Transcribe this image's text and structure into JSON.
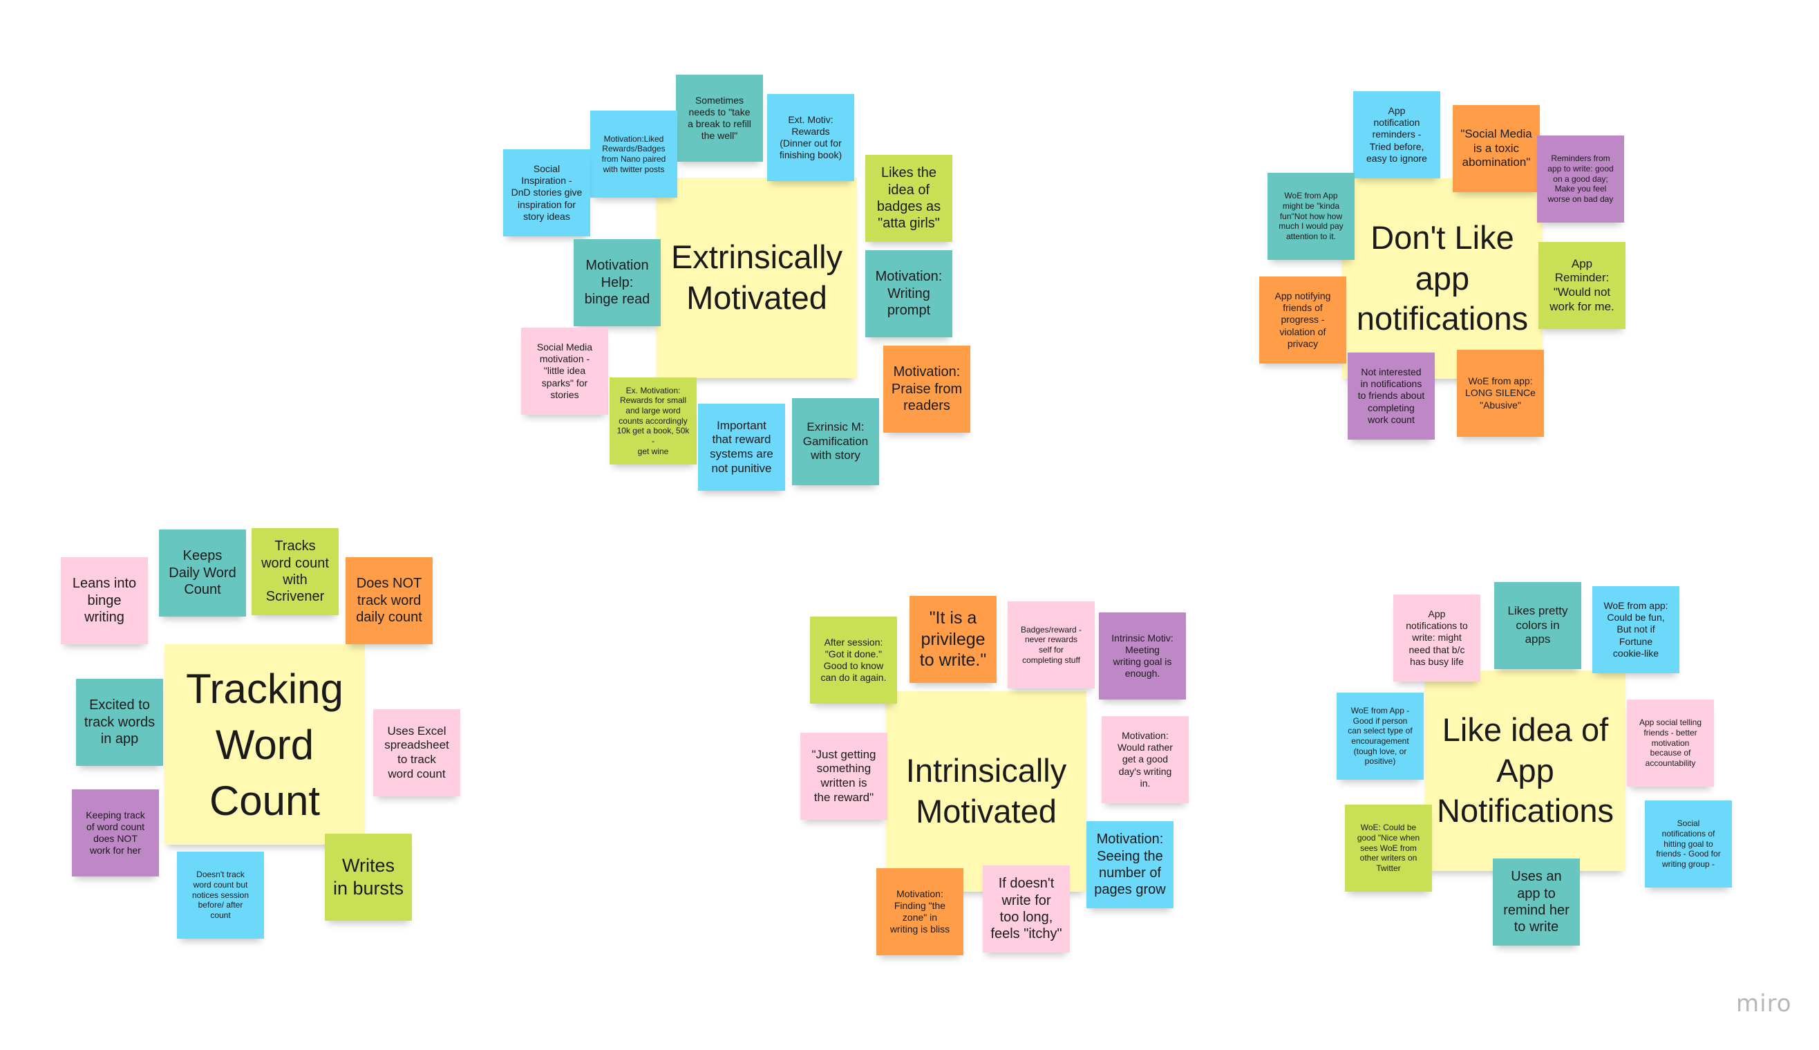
{
  "app": "miro",
  "clusters": {
    "extrinsic": {
      "title": "Extrinsically\nMotivated",
      "notes": [
        "Sometimes\nneeds to \"take\na break to refill\nthe well\"",
        "Motivation:Liked\nRewards/Badges\nfrom Nano paired\nwith twitter posts",
        "Ext. Motiv:\nRewards\n(Dinner out for\nfinishing book)",
        "Social\nInspiration -\nDnD stories give\ninspiration for\nstory ideas",
        "Likes the\nidea of\nbadges as\n\"atta girls\"",
        "Motivation\nHelp:\nbinge read",
        "Motivation:\nWriting\nprompt",
        "Social Media\nmotivation -\n\"little idea\nsparks\" for\nstories",
        "Motivation:\nPraise from\nreaders",
        "Ex. Motivation:\nRewards for small\nand large word\ncounts accordingly\n10k get a book, 50k -\nget wine",
        "Important\nthat reward\nsystems are\nnot punitive",
        "Exrinsic M:\nGamification\nwith story"
      ]
    },
    "dont_like": {
      "title": "Don't Like\napp\nnotifications",
      "notes": [
        "App\nnotification\nreminders -\nTried before,\neasy to ignore",
        "\"Social Media\nis a toxic\nabomination\"",
        "Reminders from\napp to write: good\non a good day;\nMake you feel\nworse on bad day",
        "WoE from App\nmight be \"kinda\nfun\"Not how how\nmuch I would pay\nattention to it.",
        "App\nReminder:\n\"Would not\nwork for me.",
        "App notifying\nfriends of\nprogress -\nviolation of\nprivacy",
        "Not interested\nin notifications\nto friends about\ncompleting\nwork count",
        "WoE from app:\nLONG SILENCe\n\"Abusive\""
      ]
    },
    "tracking": {
      "title": "Tracking\nWord\nCount",
      "notes": [
        "Leans into\nbinge\nwriting",
        "Keeps\nDaily Word\nCount",
        "Tracks\nword count\nwith\nScrivener",
        "Does NOT\ntrack word\ndaily count",
        "Excited to\ntrack words\nin app",
        "Uses Excel\nspreadsheet\nto track\nword count",
        "Keeping track\nof word count\ndoes NOT\nwork for her",
        "Doesn't track\nword count but\nnotices session\nbefore/ after\ncount",
        "Writes\nin bursts"
      ]
    },
    "intrinsic": {
      "title": "Intrinsically\nMotivated",
      "notes": [
        "After session:\n\"Got it done.\"\nGood to know\ncan do it again.",
        "\"It is a\nprivilege\nto write.\"",
        "Badges/reward -\nnever rewards\nself for\ncompleting stuff",
        "Intrinsic Motiv:\nMeeting\nwriting goal is\nenough.",
        "\"Just getting\nsomething\nwritten is\nthe reward\"",
        "Motivation:\nWould rather\nget a good\nday's writing\nin.",
        "Motivation:\nSeeing the\nnumber of\npages grow",
        "Motivation:\nFinding \"the\nzone\" in\nwriting is bliss",
        "If doesn't\nwrite for\ntoo long,\nfeels \"itchy\""
      ]
    },
    "like_idea": {
      "title": "Like idea of\nApp\nNotifications",
      "notes": [
        "App\nnotifications to\nwrite: might\nneed that b/c\nhas busy life",
        "Likes pretty\ncolors in\napps",
        "WoE from app:\nCould be fun,\nBut not if\nFortune\ncookie-like",
        "WoE from App -\nGood if person\ncan select type of\nencouragement\n(tough love, or\npositive)",
        "App social telling\nfriends - better\nmotivation\nbecause of\naccountability",
        "WoE: Could be\ngood \"Nice when\nsees WoE from\nother writers on\nTwitter",
        "Social\nnotifications of\nhitting goal to\nfriends - Good for\nwriting group -",
        "Uses an\napp to\nremind her\nto write"
      ]
    }
  },
  "colors": {
    "yellow": "#fff9b1",
    "teal": "#67c6c0",
    "cyan": "#6cd8fa",
    "lime": "#c9df56",
    "pink": "#ffcee0",
    "orange": "#ff9d48",
    "purple": "#be88c7"
  }
}
